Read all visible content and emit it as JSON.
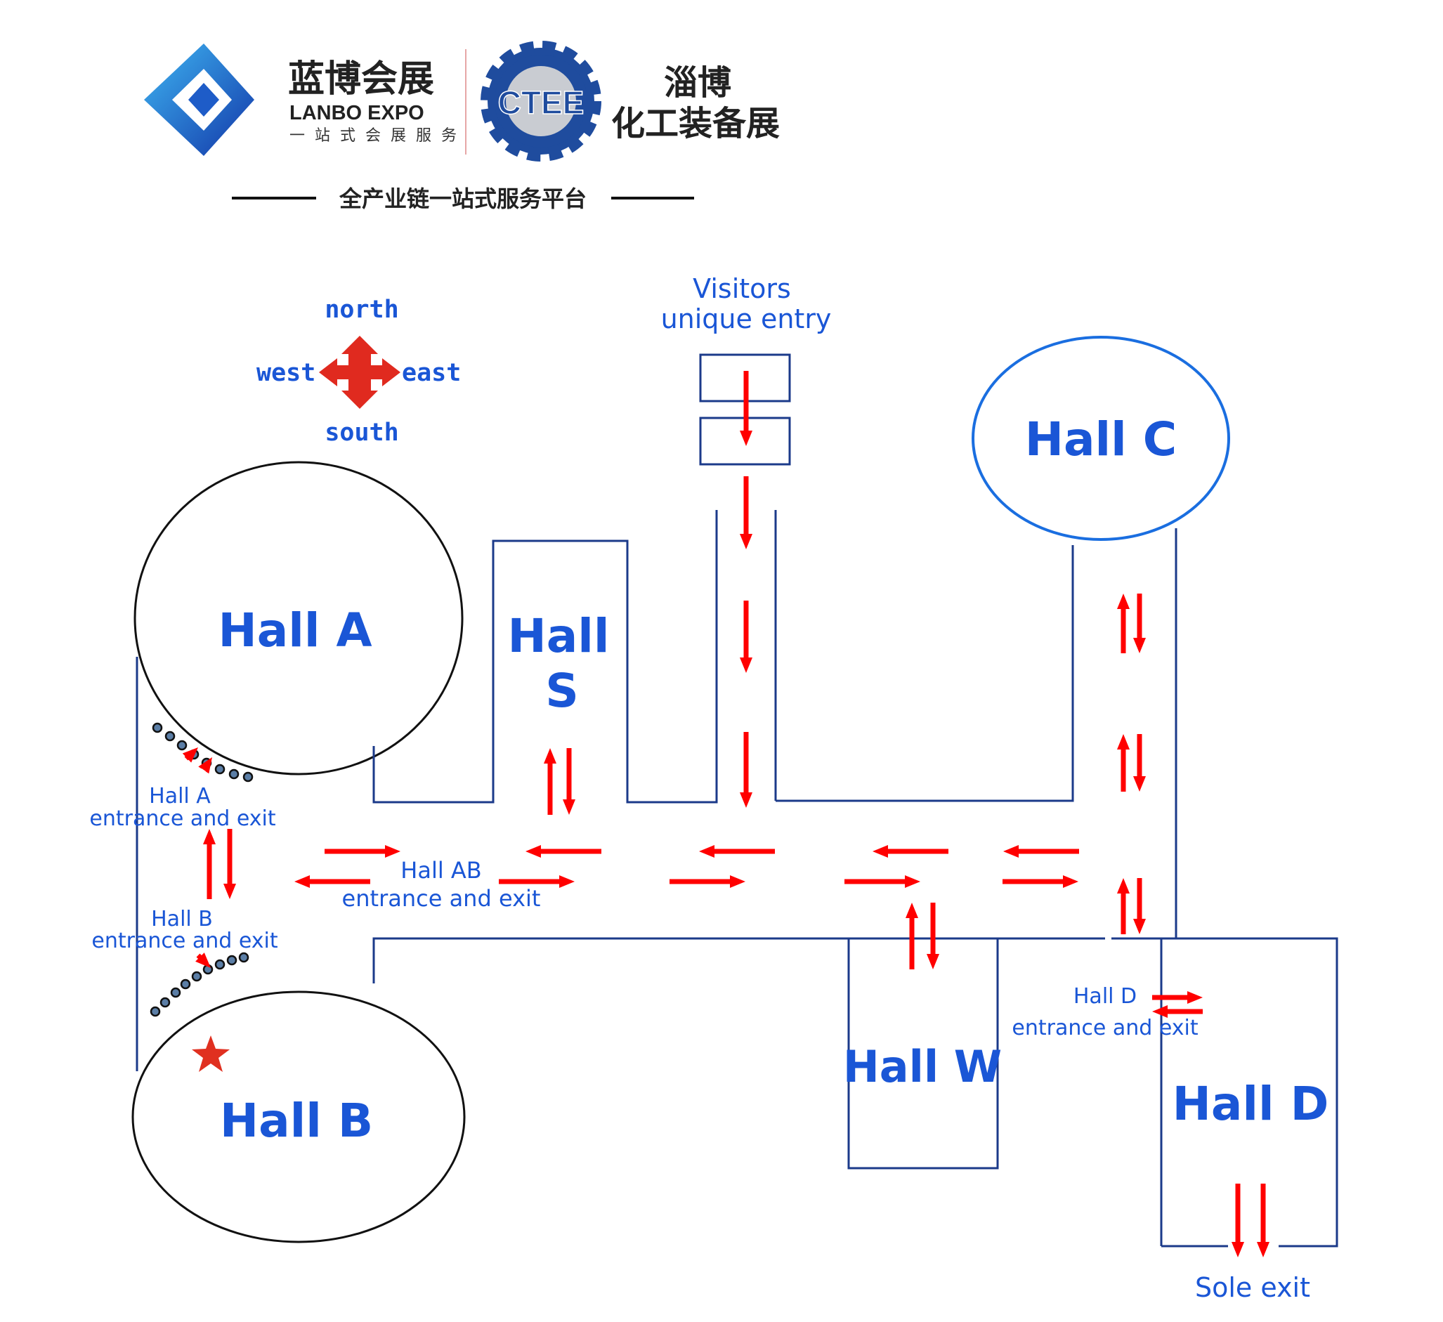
{
  "header": {
    "lanbo_cn": "蓝博会展",
    "lanbo_en": "LANBO EXPO",
    "lanbo_sub": "一站式会展服务",
    "ctee_badge": "CTEE",
    "ctee_line1": "淄博",
    "ctee_line2": "化工装备展",
    "tagline": "全产业链一站式服务平台"
  },
  "compass": {
    "north": "north",
    "south": "south",
    "west": "west",
    "east": "east",
    "color": "#e02a1f"
  },
  "entry": {
    "line1": "Visitors",
    "line2": "unique entry"
  },
  "halls": {
    "a": "Hall A",
    "b": "Hall B",
    "c": "Hall C",
    "s_line1": "Hall",
    "s_line2": "S",
    "w": "Hall W",
    "d": "Hall D"
  },
  "labels": {
    "hall_a_entrance_1": "Hall A",
    "hall_a_entrance_2": "entrance and exit",
    "hall_b_entrance_1": "Hall B",
    "hall_b_entrance_2": "entrance and exit",
    "hall_ab_entrance_1": "Hall AB",
    "hall_ab_entrance_2": "entrance and exit",
    "hall_d_entrance_1": "Hall D",
    "hall_d_entrance_2": "entrance and exit",
    "sole_exit": "Sole exit"
  },
  "colors": {
    "text_blue": "#1a56d6",
    "wall": "#1b3a8a",
    "arrow_red": "#ff0000",
    "star": "#e03020"
  },
  "markers": {
    "star_icon": "star-icon",
    "turnstile_icon": "turnstile-icon"
  }
}
